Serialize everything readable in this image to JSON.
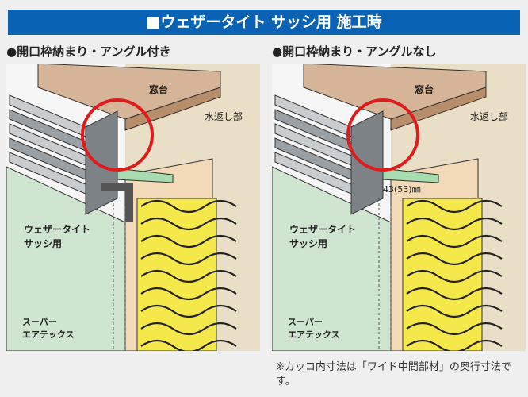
{
  "title": "■ウェザータイト サッシ用 施工時",
  "panels": [
    {
      "heading": "●開口枠納まり・アングル付き",
      "sill": "窓台",
      "drip": "水返し部",
      "sash_label": [
        "ウェザータイト",
        "サッシ用"
      ],
      "insulation_label": [
        "スーパー",
        "エアテックス"
      ]
    },
    {
      "heading": "●開口枠納まり・アングルなし",
      "sill": "窓台",
      "drip": "水返し部",
      "dimension": "43(53)㎜",
      "sash_label": [
        "ウェザータイト",
        "サッシ用"
      ],
      "insulation_label": [
        "スーパー",
        "エアテックス"
      ]
    }
  ],
  "note": "※カッコ内寸法は「ワイド中間部材」の奥行寸法です。",
  "colors": {
    "banner": "#0a62b4",
    "highlight": "#e01b1b",
    "wall": "#cfe5cf",
    "insulation": "#f5e84a",
    "sill": "#d6b497",
    "background": "#e9dec6"
  }
}
